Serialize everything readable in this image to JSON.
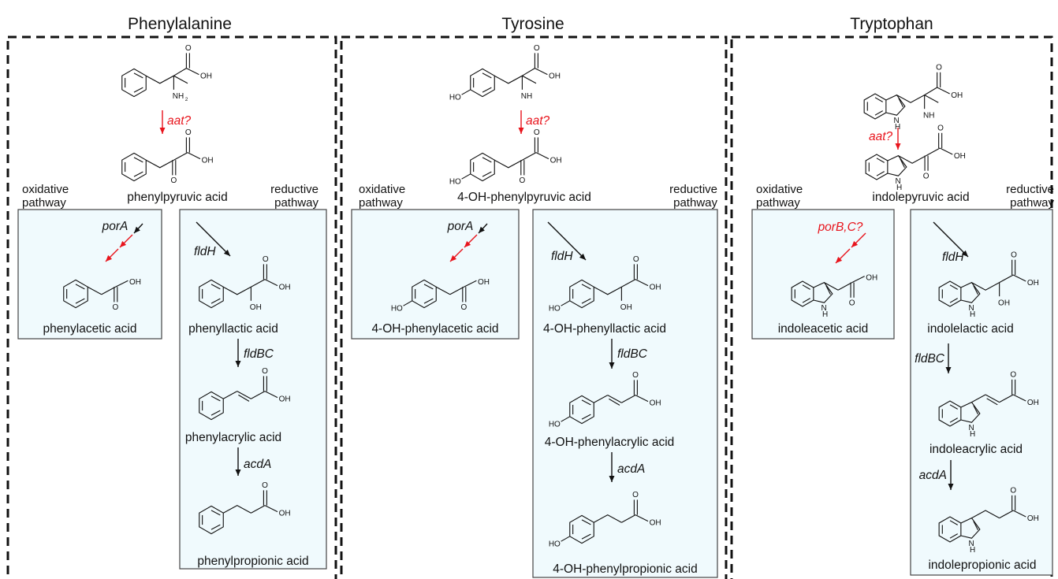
{
  "titles": {
    "phe": "Phenylalanine",
    "tyr": "Tyrosine",
    "trp": "Tryptophan"
  },
  "pathway_labels": {
    "oxidative": [
      "oxidative",
      "pathway"
    ],
    "reductive": [
      "reductive",
      "pathway"
    ]
  },
  "enzymes": {
    "aat": "aat?",
    "porA": "porA",
    "porBC": "porB,C?",
    "fldH": "fldH",
    "fldBC": "fldBC",
    "acdA": "acdA"
  },
  "compounds": {
    "phe": {
      "keto": "phenylpyruvic acid",
      "ox": "phenylacetic acid",
      "lactic": "phenyllactic acid",
      "acrylic": "phenylacrylic acid",
      "propionic": "phenylpropionic acid"
    },
    "tyr": {
      "keto": "4-OH-phenylpyruvic acid",
      "ox": "4-OH-phenylacetic acid",
      "lactic": "4-OH-phenyllactic acid",
      "acrylic": "4-OH-phenylacrylic acid",
      "propionic": "4-OH-phenylpropionic acid"
    },
    "trp": {
      "keto": "indolepyruvic acid",
      "ox": "indoleacetic acid",
      "lactic": "indolelactic acid",
      "acrylic": "indoleacrylic acid",
      "propionic": "indolepropionic acid"
    }
  },
  "atoms": {
    "O": "O",
    "OH": "OH",
    "HO": "HO",
    "NH": "NH",
    "NH2": "NH",
    "sub2": "2",
    "H": "H",
    "N": "N"
  },
  "colors": {
    "box_fill": "#f0fafd",
    "red": "#e8141c",
    "black": "#111111"
  }
}
